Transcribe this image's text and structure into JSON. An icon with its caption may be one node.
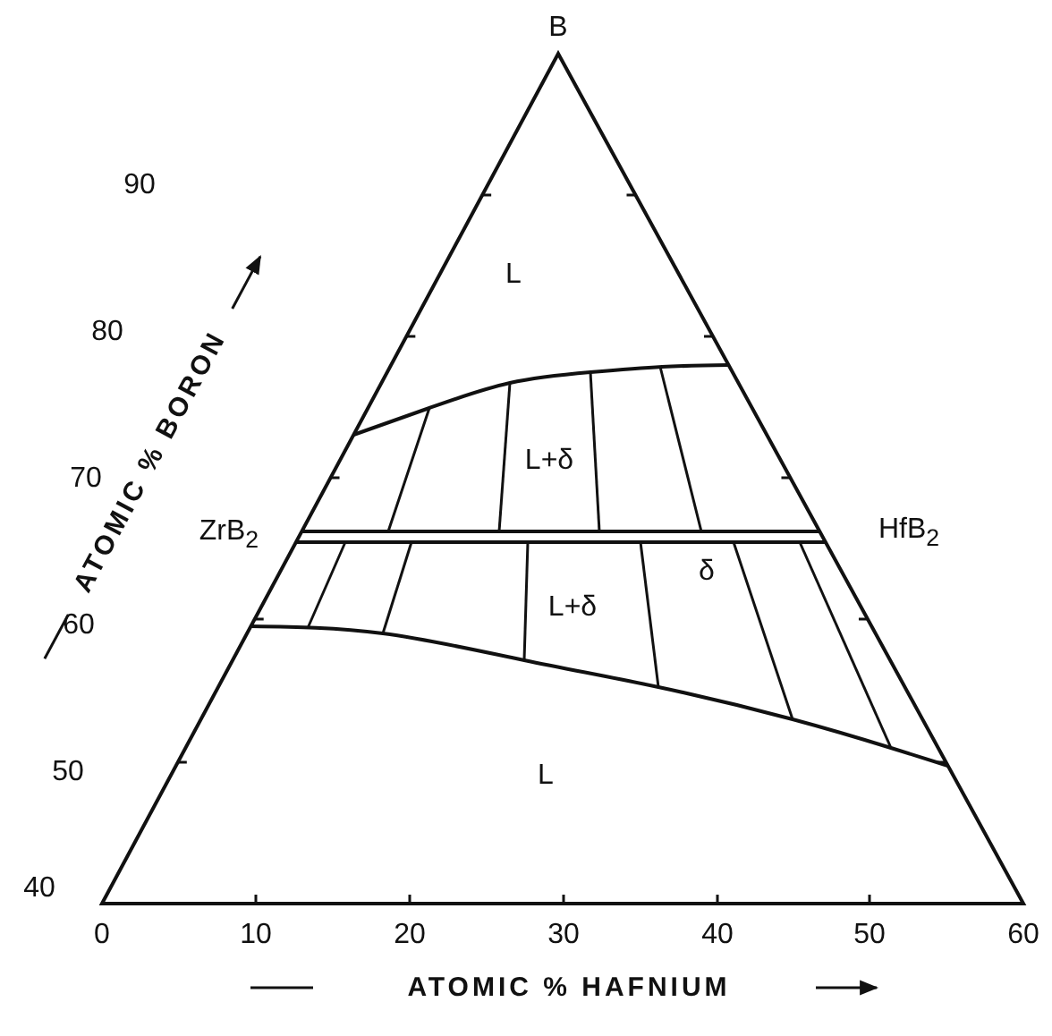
{
  "diagram": {
    "labels": [
      "B",
      "90",
      "L",
      "80",
      "L+δ",
      "70",
      "ZrB$_{2}$",
      "HfB$_{2}$",
      "δ",
      "L+δ",
      "60",
      "50",
      "L",
      "40",
      "0",
      "10",
      "20",
      "30",
      "40",
      "50",
      "60",
      "ATOMIC % BORON",
      "ATOMIC % HAFNIUM"
    ]
  }
}
